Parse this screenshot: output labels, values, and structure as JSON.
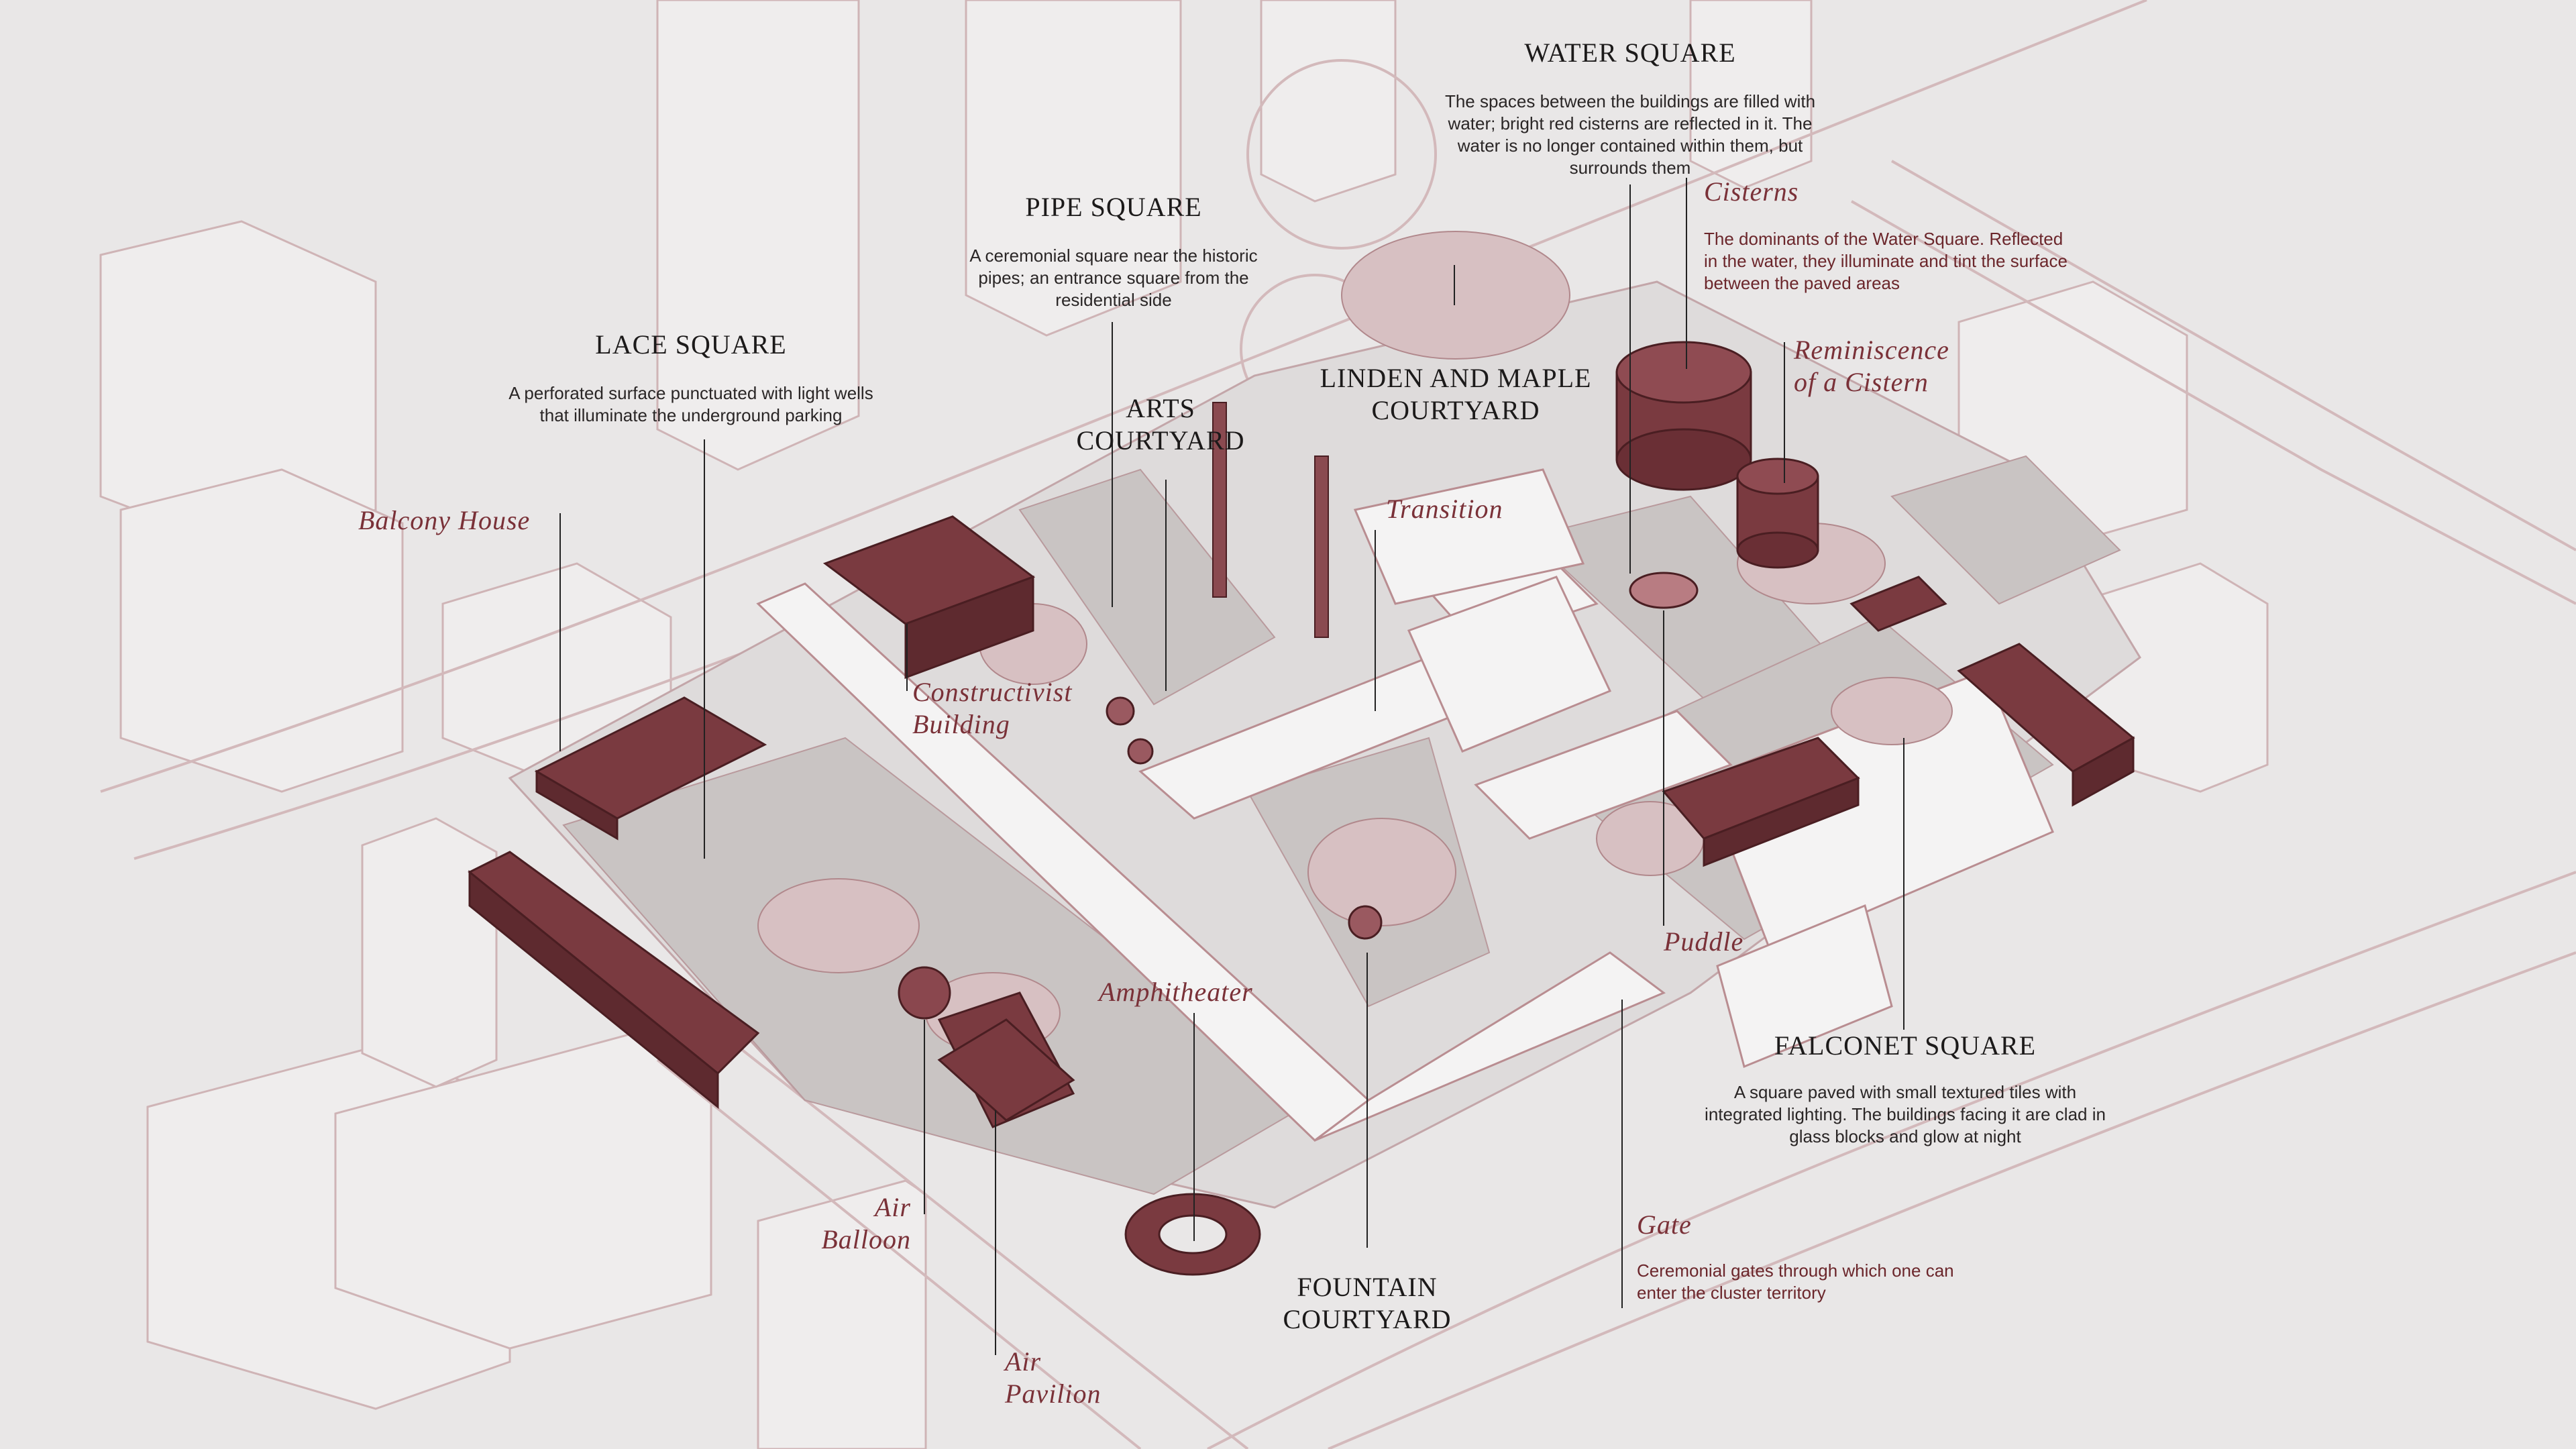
{
  "colors": {
    "background": "#e9e7e7",
    "line": "#b98d91",
    "accent": "#7a3a40",
    "plaza": "#c9c4c3",
    "label_red": "#7a3138"
  },
  "headings": {
    "water_square": "WATER SQUARE",
    "pipe_square": "PIPE SQUARE",
    "lace_square": "LACE SQUARE",
    "arts_courtyard": "ARTS\nCOURTYARD",
    "linden_maple": "LINDEN AND MAPLE\nCOURTYARD",
    "falconet_square": "FALCONET SQUARE",
    "fountain_courtyard": "FOUNTAIN\nCOURTYARD"
  },
  "descriptions": {
    "water_square": "The spaces between the buildings are filled with\nwater; bright red cisterns are reflected in it. The\nwater is no longer contained within them, but\nsurrounds them",
    "pipe_square": "A ceremonial square near the historic\npipes; an entrance square from the\nresidential side",
    "lace_square": "A perforated surface punctuated with light wells\nthat illuminate the underground parking",
    "cisterns": "The dominants of the Water Square. Reflected\nin the water, they illuminate and tint the surface\nbetween the paved areas",
    "falconet_square": "A square paved with small textured tiles with\nintegrated lighting. The buildings facing it are clad in\nglass blocks and glow at night",
    "gate": "Ceremonial gates through which one can\nenter the cluster territory"
  },
  "italic_labels": {
    "cisterns": "Cisterns",
    "reminiscence": "Reminiscence\nof a Cistern",
    "balcony_house": "Balcony House",
    "transition": "Transition",
    "constructivist": "Constructivist\nBuilding",
    "puddle": "Puddle",
    "amphitheater": "Amphitheater",
    "gate": "Gate",
    "air_balloon": "Air\nBalloon",
    "air_pavilion": "Air\nPavilion"
  }
}
